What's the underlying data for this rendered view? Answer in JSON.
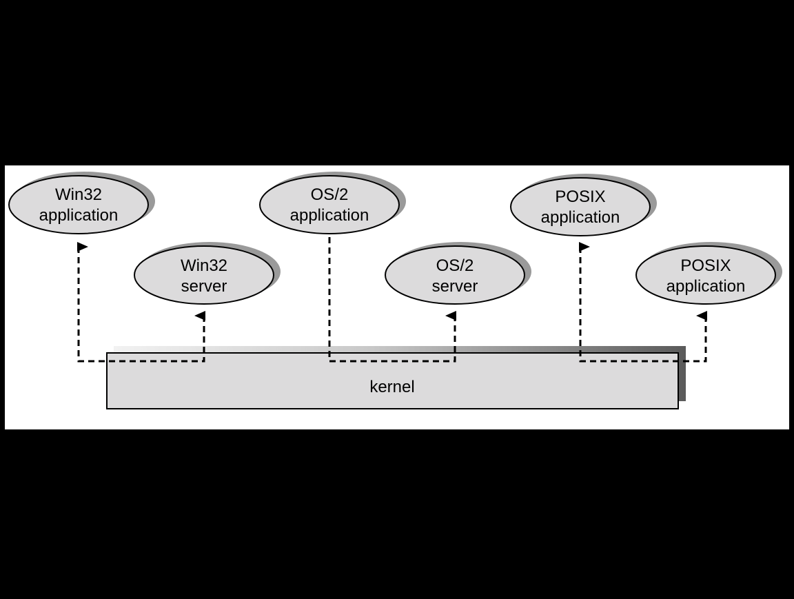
{
  "colors": {
    "background": "#000000",
    "panel": "#ffffff",
    "node_fill": "#dcdbdc",
    "shadow": "#9a9a9a",
    "stroke": "#000000",
    "arrow": "#000000"
  },
  "nodes": {
    "win32_app": {
      "line1": "Win32",
      "line2": "application"
    },
    "win32_server": {
      "line1": "Win32",
      "line2": "server"
    },
    "os2_app": {
      "line1": "OS/2",
      "line2": "application"
    },
    "os2_server": {
      "line1": "OS/2",
      "line2": "server"
    },
    "posix_app": {
      "line1": "POSIX",
      "line2": "application"
    },
    "posix_server": {
      "line1": "POSIX",
      "line2": "application"
    }
  },
  "kernel": {
    "label": "kernel"
  }
}
